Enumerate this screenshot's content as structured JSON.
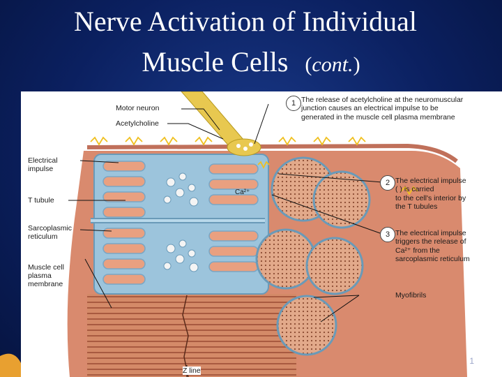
{
  "slide": {
    "title_line1": "Nerve Activation of Individual",
    "title_line2_main": "Muscle Cells",
    "title_line2_open": "(",
    "title_line2_cont": "cont.",
    "title_line2_close": ")",
    "page_number": "1"
  },
  "colors": {
    "background": "#0b2060",
    "panel": "#ffffff",
    "sarcolemma": "#d98a6e",
    "reticulum": "#9cc4dc",
    "myofibril": "#d9a080",
    "neuron": "#e8c850",
    "impulse": "#f0c020"
  },
  "diagram": {
    "left_labels": {
      "motor_neuron": "Motor neuron",
      "acetylcholine": "Acetylcholine",
      "electrical_impulse": "Electrical\nimpulse",
      "t_tubule": "T tubule",
      "sarcoplasmic_reticulum": "Sarcoplasmic\nreticulum",
      "plasma_membrane": "Muscle cell\nplasma\nmembrane",
      "z_line": "Z line"
    },
    "inner_labels": {
      "ca": "Ca²⁺"
    },
    "steps": [
      {
        "number": "1",
        "text": "The release of acetylcholine at the neuromuscular\njunction causes an electrical impulse to be\ngenerated in the muscle cell plasma membrane"
      },
      {
        "number": "2",
        "text": "The electrical impulse\n(          ) is carried\nto the cell's interior by\nthe T tubules"
      },
      {
        "number": "3",
        "text": "The electrical impulse\ntriggers the release of\nCa²⁺ from the\nsarcoplasmic reticulum"
      }
    ],
    "myofibrils_label": "Myofibrils"
  }
}
